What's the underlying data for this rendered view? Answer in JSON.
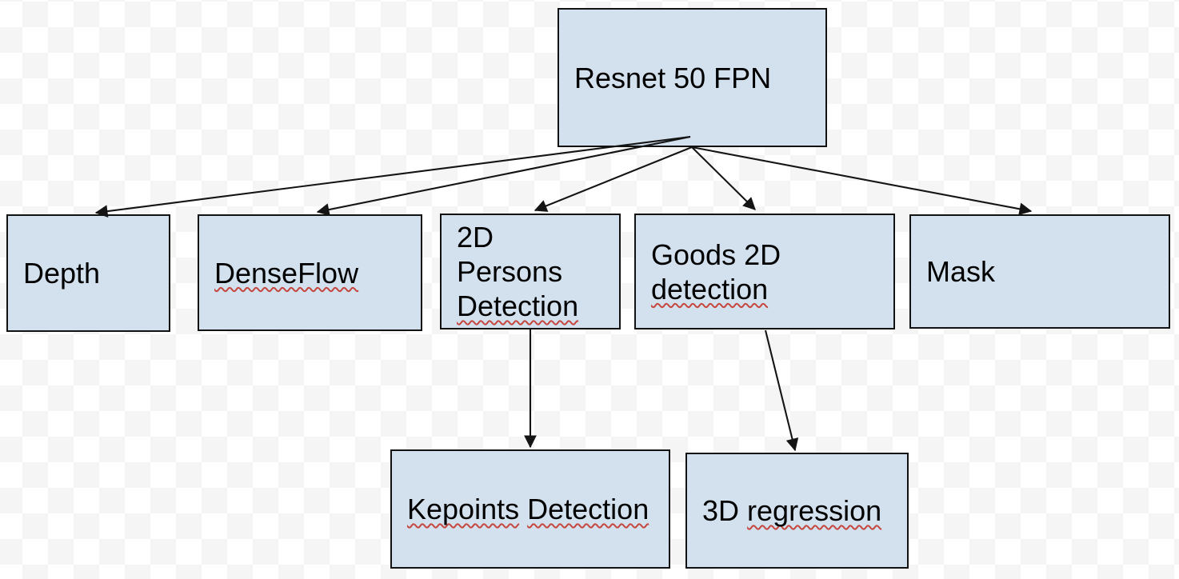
{
  "diagram": {
    "kind": "flowchart",
    "description": "Multi-task network architecture tree rooted at a Resnet 50 FPN backbone, drawn on a transparency checkerboard background",
    "nodes": [
      {
        "id": "resnet-50-fpn",
        "label": "Resnet 50 FPN"
      },
      {
        "id": "depth",
        "label": "Depth"
      },
      {
        "id": "denseflow",
        "label": "DenseFlow",
        "misspelled_words": [
          "DenseFlow"
        ]
      },
      {
        "id": "2d-persons-detection",
        "label": "2D Persons Detection",
        "lines": [
          "2D",
          "Persons",
          "Detection"
        ],
        "misspelled_words": [
          "Detection"
        ]
      },
      {
        "id": "goods-2d-detection",
        "label": "Goods 2D detection",
        "lines": [
          "Goods 2D",
          "detection"
        ],
        "misspelled_words": [
          "detection"
        ]
      },
      {
        "id": "mask",
        "label": "Mask"
      },
      {
        "id": "kepoints-detection",
        "label": "Kepoints Detection",
        "words": [
          "Kepoints",
          "Detection"
        ],
        "misspelled_words": [
          "Kepoints",
          "Detection"
        ]
      },
      {
        "id": "3d-regression",
        "label": "3D regression",
        "words": [
          "3D",
          "regression"
        ],
        "misspelled_words": [
          "regression"
        ]
      }
    ],
    "edges": [
      {
        "from": "resnet-50-fpn",
        "to": "depth"
      },
      {
        "from": "resnet-50-fpn",
        "to": "denseflow"
      },
      {
        "from": "resnet-50-fpn",
        "to": "2d-persons-detection"
      },
      {
        "from": "resnet-50-fpn",
        "to": "goods-2d-detection"
      },
      {
        "from": "resnet-50-fpn",
        "to": "mask"
      },
      {
        "from": "2d-persons-detection",
        "to": "kepoints-detection"
      },
      {
        "from": "goods-2d-detection",
        "to": "3d-regression"
      }
    ],
    "colors": {
      "node_fill": "#d3e1ef",
      "node_border": "#121212",
      "text": "#000000",
      "arrow": "#141414",
      "spellcheck_squiggle": "#c5473e",
      "checker_light": "#ffffff",
      "checker_dark": "#f5f5f6"
    }
  }
}
